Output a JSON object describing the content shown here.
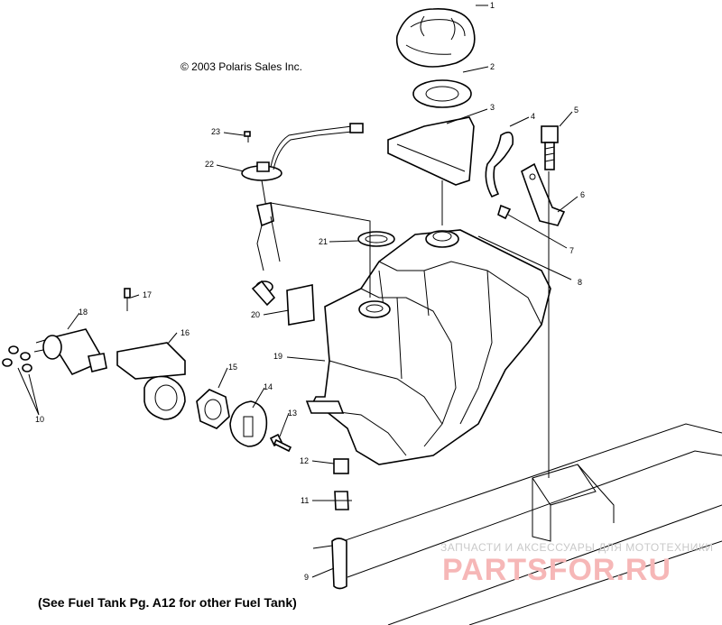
{
  "copyright": "© 2003 Polaris Sales Inc.",
  "footer_note": "(See Fuel Tank Pg. A12 for other Fuel Tank)",
  "watermark": {
    "tagline": "ЗАПЧАСТИ И АКСЕССУАРЫ ДЛЯ МОТОТЕХНИКИ",
    "brand": "PARTSFOR.RU"
  },
  "callouts": [
    "1",
    "2",
    "3",
    "4",
    "5",
    "6",
    "7",
    "8",
    "9",
    "10",
    "11",
    "12",
    "13",
    "14",
    "15",
    "16",
    "17",
    "18",
    "19",
    "20",
    "21",
    "22",
    "23"
  ],
  "colors": {
    "lines": "#000000",
    "watermark_text": "#c9c9c9",
    "watermark_brand": "#f6b7b7"
  }
}
